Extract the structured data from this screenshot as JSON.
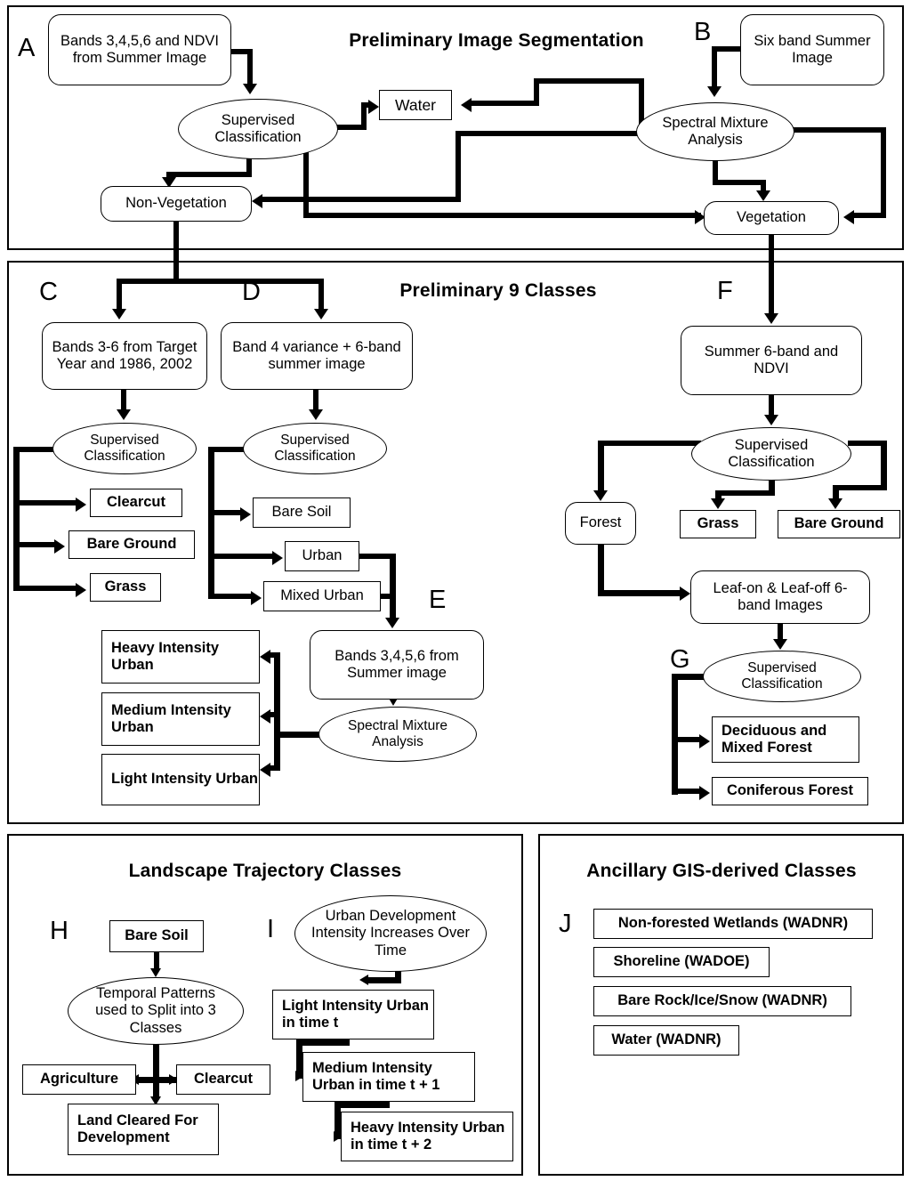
{
  "panels": {
    "segmentation": {
      "title": "Preliminary Image Segmentation",
      "tags": {
        "a": "A",
        "b": "B"
      },
      "nodes": {
        "bands_ndvi_summer": "Bands 3,4,5,6 and NDVI from Summer Image",
        "six_band_summer": "Six band Summer Image",
        "supervised_classification": "Supervised Classification",
        "spectral_mixture_analysis": "Spectral Mixture Analysis",
        "water": "Water",
        "non_vegetation": "Non-Vegetation",
        "vegetation": "Vegetation"
      }
    },
    "nine_classes": {
      "title": "Preliminary 9 Classes",
      "tags": {
        "c": "C",
        "d": "D",
        "e": "E",
        "f": "F",
        "g": "G"
      },
      "nodes": {
        "bands36_target": "Bands 3-6 from Target Year and 1986, 2002",
        "band4_variance": "Band 4 variance + 6-band summer image",
        "summer_6band_ndvi": "Summer 6-band and NDVI",
        "supervised_classification": "Supervised Classification",
        "clearcut": "Clearcut",
        "bare_ground_c": "Bare Ground",
        "grass_c": "Grass",
        "bare_soil": "Bare Soil",
        "urban": "Urban",
        "mixed_urban": "Mixed Urban",
        "bands_summer_e": "Bands 3,4,5,6 from Summer image",
        "spectral_mixture_analysis": "Spectral Mixture Analysis",
        "heavy_intensity_urban": "Heavy Intensity Urban",
        "medium_intensity_urban": "Medium Intensity Urban",
        "light_intensity_urban": "Light Intensity Urban",
        "forest": "Forest",
        "grass_f": "Grass",
        "bare_ground_f": "Bare Ground",
        "leaf_images": "Leaf-on & Leaf-off 6-band Images",
        "deciduous_mixed_forest": "Deciduous and Mixed Forest",
        "coniferous_forest": "Coniferous Forest"
      }
    },
    "trajectory": {
      "title": "Landscape Trajectory Classes",
      "tags": {
        "h": "H",
        "i": "I"
      },
      "nodes": {
        "bare_soil": "Bare Soil",
        "temporal_patterns": "Temporal Patterns used to Split into 3 Classes",
        "agriculture": "Agriculture",
        "clearcut": "Clearcut",
        "land_cleared": "Land Cleared For Development",
        "urban_development": "Urban Development Intensity Increases Over Time",
        "light_intensity_t": "Light Intensity Urban in time t",
        "medium_intensity_t1": "Medium Intensity Urban in time t + 1",
        "heavy_intensity_t2": "Heavy Intensity Urban in time t + 2"
      }
    },
    "ancillary": {
      "title": "Ancillary GIS-derived Classes",
      "tags": {
        "j": "J"
      },
      "items": [
        "Non-forested Wetlands  (WADNR)",
        "Shoreline (WADOE)",
        "Bare Rock/Ice/Snow (WADNR)",
        "Water (WADNR)"
      ]
    }
  },
  "colors": {
    "line": "#000000",
    "background": "#ffffff",
    "border": "#000000"
  }
}
